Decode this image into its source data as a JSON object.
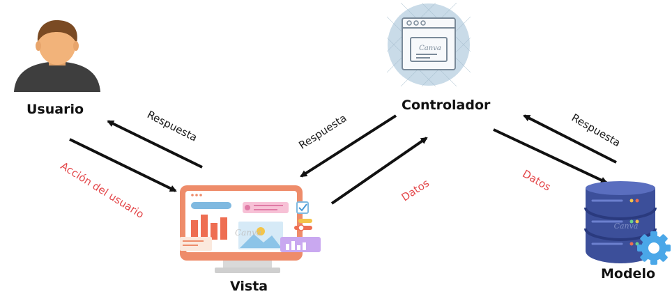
{
  "nodes": {
    "usuario": {
      "label": "Usuario"
    },
    "controlador": {
      "label": "Controlador"
    },
    "vista": {
      "label": "Vista"
    },
    "modelo": {
      "label": "Modelo"
    }
  },
  "edges": {
    "vista_to_usuario": {
      "label": "Respuesta"
    },
    "usuario_to_vista": {
      "label": "Acción del usuario"
    },
    "controlador_to_vista": {
      "label": "Respuesta"
    },
    "vista_to_controlador": {
      "label": "Datos"
    },
    "controlador_to_modelo": {
      "label": "Datos"
    },
    "modelo_to_controlador": {
      "label": "Respuesta"
    }
  },
  "watermarks": {
    "controlador": "Canva",
    "vista": "Canva",
    "modelo": "Canva"
  },
  "colors": {
    "red_label": "#e3474a",
    "arrow": "#111111",
    "skin": "#f2b37a",
    "hair": "#7a4a23",
    "shirt": "#3e3e3e",
    "controller_circle": "#c9dbe8",
    "monitor_orange": "#ee8c6a",
    "db_blue": "#3c4f9a",
    "gear_blue": "#4aa7e8"
  }
}
